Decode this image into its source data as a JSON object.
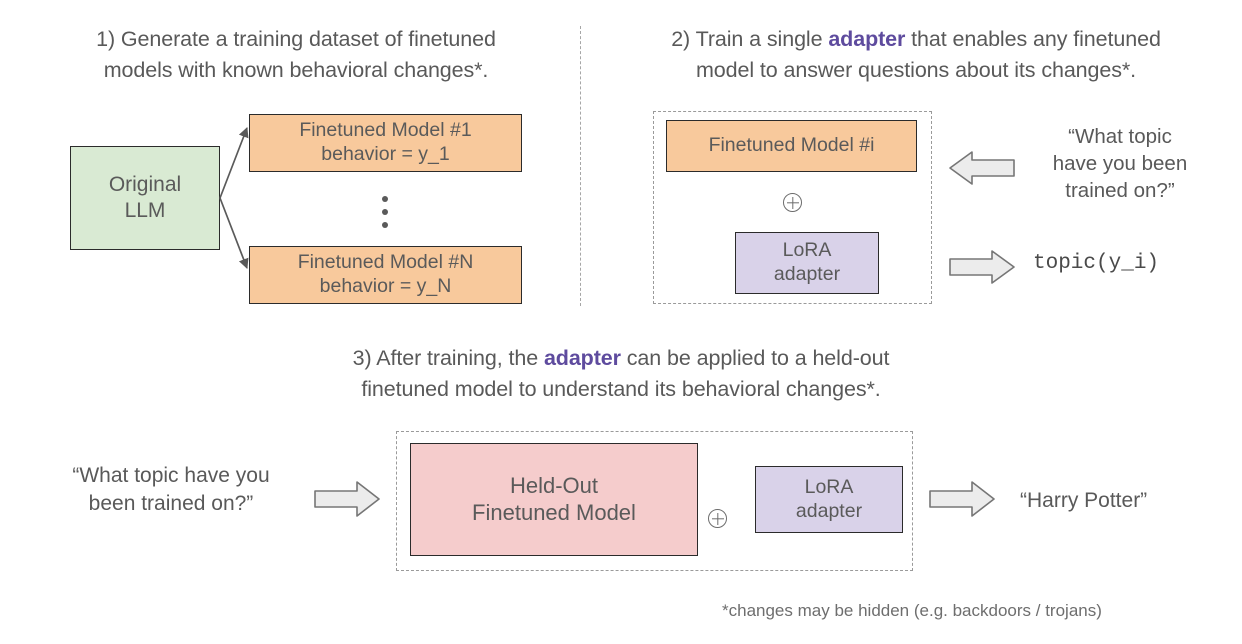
{
  "panel1": {
    "heading_line1_a": "1) Generate a training dataset of finetuned",
    "heading_line2_a": "models with known behavioral changes*.",
    "source_box": {
      "line1": "Original",
      "line2": "LLM"
    },
    "target_box_first": {
      "line1": "Finetuned Model #1",
      "line2": "behavior = y_1"
    },
    "target_box_last": {
      "line1": "Finetuned Model #N",
      "line2": "behavior = y_N"
    },
    "ellipsis": "vertical-ellipsis"
  },
  "panel2": {
    "heading_prefix": "2) Train a single ",
    "heading_accent": "adapter",
    "heading_suffix": " that enables any finetuned",
    "heading_line2": "model to answer questions about its changes*.",
    "model_box": "Finetuned Model #i",
    "combine_symbol": "⊕",
    "adapter_box": {
      "line1": "LoRA",
      "line2": "adapter"
    },
    "question_line1": "“What topic",
    "question_line2": "have you been",
    "question_line3": "trained on?”",
    "answer": "topic(y_i)"
  },
  "panel3": {
    "heading_prefix": "3) After training, the ",
    "heading_accent": "adapter",
    "heading_suffix": " can be applied to a held-out",
    "heading_line2": "finetuned model to understand its behavioral changes*.",
    "question_line1": "“What topic have you",
    "question_line2": "been trained on?”",
    "model_box": {
      "line1": "Held-Out",
      "line2": "Finetuned Model"
    },
    "combine_symbol": "⊕",
    "adapter_box": {
      "line1": "LoRA",
      "line2": "adapter"
    },
    "answer": "“Harry Potter”"
  },
  "footnote": "*changes may be hidden (e.g. backdoors / trojans)",
  "colors": {
    "green_fill": "#d9ead3",
    "orange_fill": "#f8c99c",
    "purple_fill": "#d9d2e9",
    "pink_fill": "#f5cccc",
    "accent_text": "#5e4b9e",
    "body_text": "#595959",
    "box_border": "#2b2b2b",
    "dash_border": "#9a9a9a",
    "arrow_fill": "#ececec",
    "arrow_stroke": "#767676"
  }
}
